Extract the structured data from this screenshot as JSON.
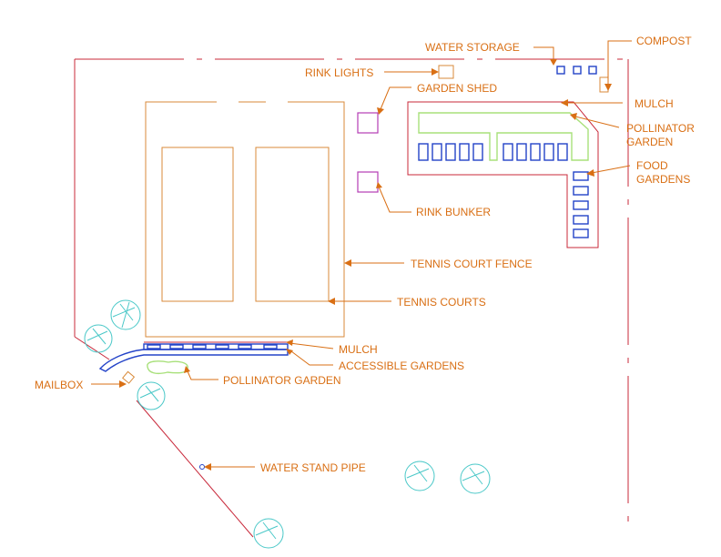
{
  "labels": {
    "water_storage": "WATER STORAGE",
    "compost": "COMPOST",
    "rink_lights": "RINK LIGHTS",
    "garden_shed": "GARDEN SHED",
    "mulch_top": "MULCH",
    "pollinator_garden_top_1": "POLLINATOR",
    "pollinator_garden_top_2": "GARDEN",
    "food_gardens_1": "FOOD",
    "food_gardens_2": "GARDENS",
    "rink_bunker": "RINK BUNKER",
    "tennis_court_fence": "TENNIS COURT FENCE",
    "tennis_courts": "TENNIS COURTS",
    "mulch_bottom": "MULCH",
    "accessible_gardens": "ACCESSIBLE GARDENS",
    "pollinator_garden_bottom": "POLLINATOR GARDEN",
    "mailbox": "MAILBOX",
    "water_stand_pipe": "WATER STAND PIPE"
  },
  "colors": {
    "label": "#d96f14",
    "property_line": "#c8283a",
    "beds": "#2343c8",
    "pollinator": "#a8e07a",
    "structures": "#b43cb4",
    "trees": "#4ac8c8",
    "courts": "#d98a3a"
  }
}
